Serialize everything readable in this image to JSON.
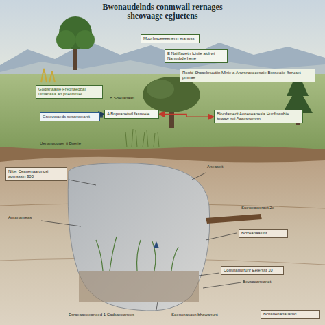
{
  "diagram": {
    "title": "Bwonaudelnds conmwail rernages sheovaage egjuetens",
    "nodes": [
      {
        "text": [
          "Moorhwoeeeenenn eranoss"
        ]
      },
      {
        "text": [
          "E Naiiffaoetn fcisiie aidi wi Nanssbde hene"
        ]
      },
      {
        "text": [
          "Ronfd Shcaelmuutiin Mlnie a Anwsnceocesaie Bxnseaiie fhrruaet pmrrae"
        ]
      },
      {
        "text": [
          "Godisnaawe Frepnaedbal Umanaaa an pnesbmlel"
        ]
      },
      {
        "text": [
          "Greeuwaeds sesanweanit"
        ]
      },
      {
        "text": [
          "A Bnpuanetwil fasnoeie"
        ]
      },
      {
        "text": [
          "Blocdamedt Aoneseanesla Huofrosubie beaaw nei Acaesnomnn"
        ]
      },
      {
        "text": [
          "Nfter Ceanenaaruncsi aomsssin 300"
        ]
      },
      {
        "text": [
          "Bcrreanaaiunt"
        ]
      },
      {
        "text": [
          "Consnanurrunr Eeiersst 10"
        ]
      },
      {
        "text": [
          "Bcnanenanausmd"
        ]
      }
    ],
    "edges": [
      {
        "from": 5,
        "to": 6,
        "arrow": "both"
      },
      {
        "from": 4,
        "to": 5,
        "arrow": "to"
      }
    ],
    "labels": [
      "Uenanouuger ti Bnerie",
      "B Sheuanaatl",
      "Aneaseit",
      "Sueweaweraet 2e",
      "Bevscoaneanot",
      "Esraeaaeeeaneed 1 Cadsaeeanees",
      "Anrananreas",
      "Soenonasasn bhawanunt"
    ]
  }
}
